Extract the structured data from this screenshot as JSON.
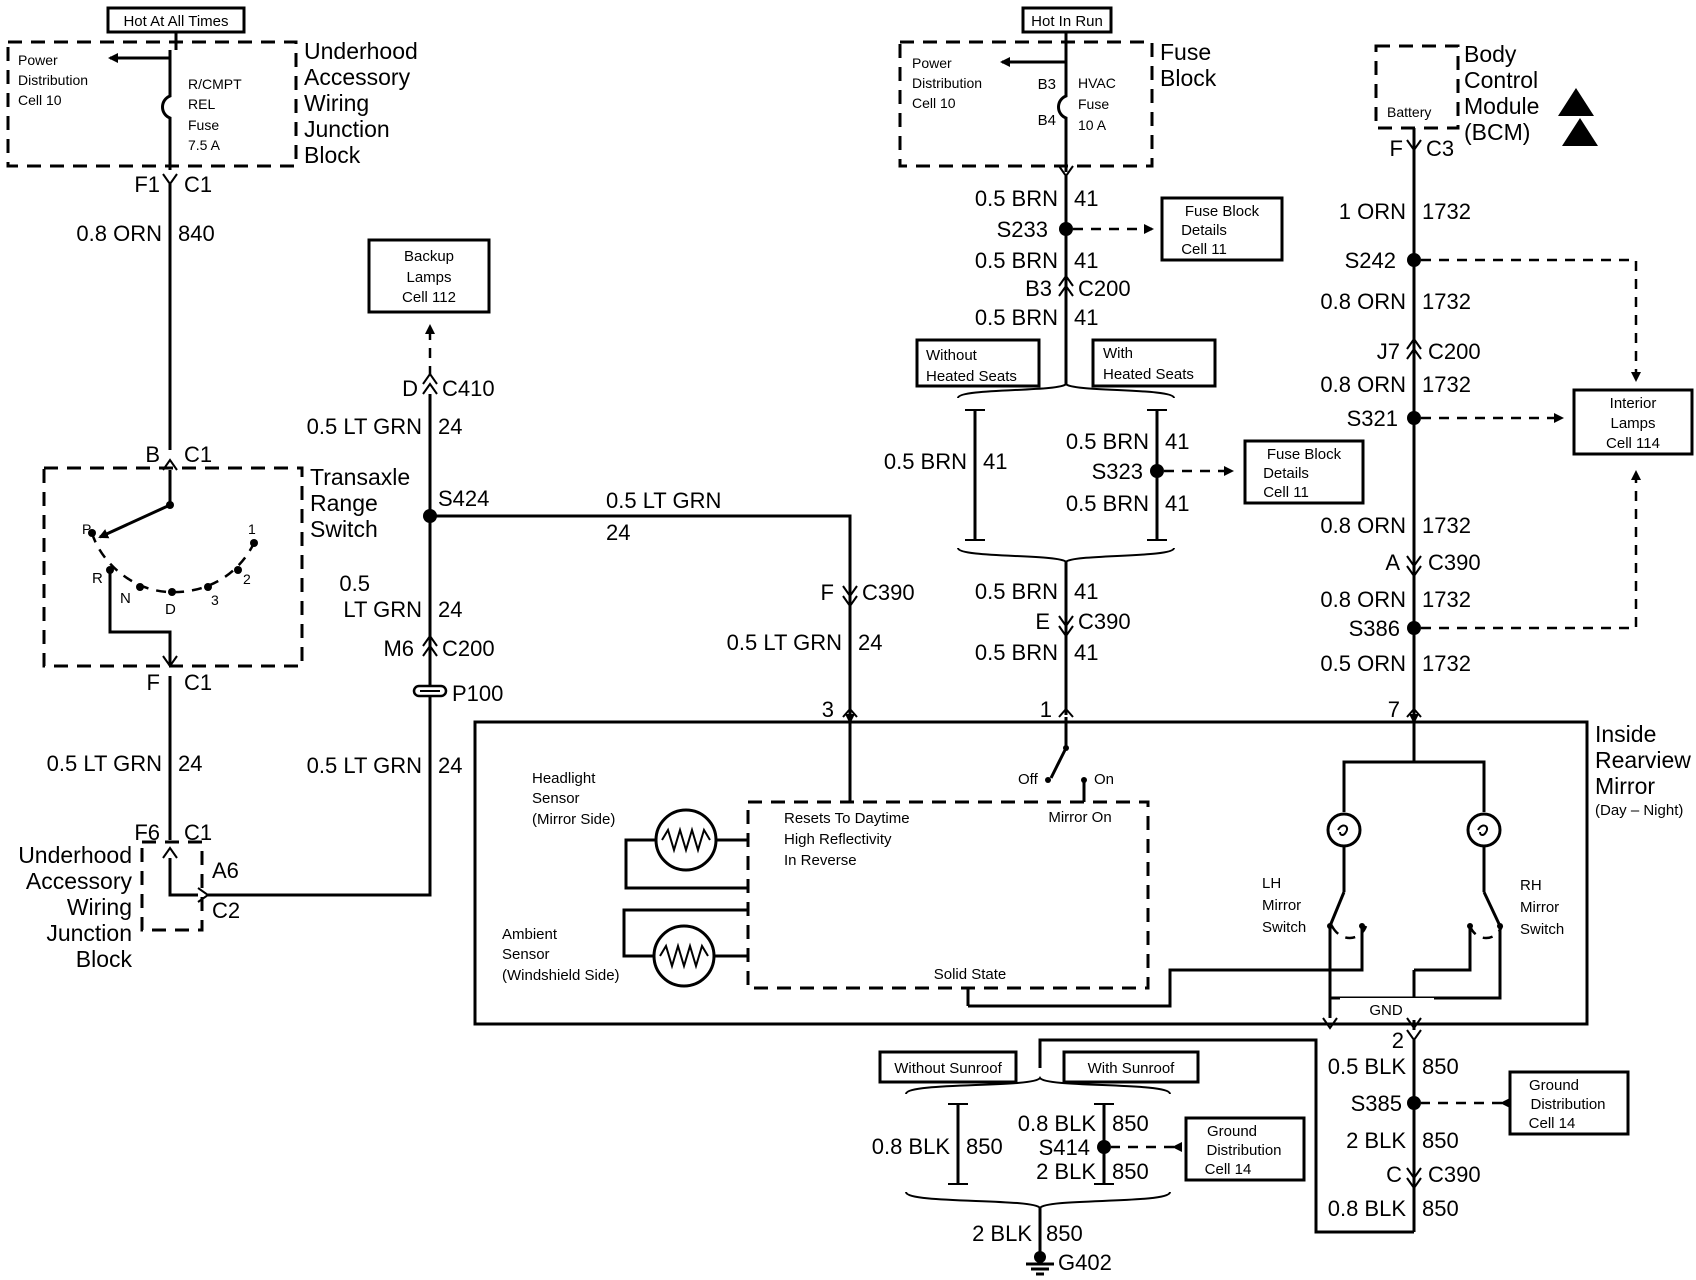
{
  "header_labels": {
    "hot_at_all_times": "Hot At All Times",
    "hot_in_run": "Hot In Run"
  },
  "left_junction_block": {
    "name": [
      "Underhood",
      "Accessory",
      "Wiring",
      "Junction",
      "Block"
    ],
    "cell": [
      "Power",
      "Distribution",
      "Cell 10"
    ],
    "fuse": [
      "R/CMPT",
      "REL",
      "Fuse",
      "7.5 A"
    ],
    "terminal": "F1",
    "connector": "C1"
  },
  "wire_orn_840": {
    "gauge_color": "0.8 ORN",
    "circuit": "840"
  },
  "transaxle_switch": {
    "name": [
      "Transaxle",
      "Range",
      "Switch"
    ],
    "top_terminal": "B",
    "top_connector": "C1",
    "bottom_terminal": "F",
    "bottom_connector": "C1",
    "positions": [
      "P",
      "R",
      "N",
      "D",
      "3",
      "2",
      "1"
    ]
  },
  "wire_ltgrn_24_lower_left": {
    "gauge_color": "0.5 LT GRN",
    "circuit": "24"
  },
  "lower_junction_block": {
    "name": [
      "Underhood",
      "Accessory",
      "Wiring",
      "Junction",
      "Block"
    ],
    "terminal_f6": "F6",
    "connector_c1": "C1",
    "terminal_a6": "A6",
    "connector_c2": "C2"
  },
  "backup_lamps": [
    "Backup",
    "Lamps",
    "Cell 112"
  ],
  "backup_branch": {
    "terminal_d": "D",
    "connector_c410": "C410",
    "wire_top": {
      "gauge_color": "0.5 LT GRN",
      "circuit": "24"
    },
    "splice": "S424",
    "wire_mid_gauge": "0.5",
    "wire_mid_color": "LT GRN",
    "wire_mid_circuit": "24",
    "terminal_m6": "M6",
    "connector_c200": "C200",
    "passthrough": "P100",
    "wire_bottom": {
      "gauge_color": "0.5 LT GRN",
      "circuit": "24"
    }
  },
  "horizontal_wire": {
    "gauge_color": "0.5 LT GRN",
    "circuit": "24"
  },
  "mirror_pin3_branch": {
    "terminal": "F",
    "connector": "C390",
    "wire": {
      "gauge_color": "0.5 LT GRN",
      "circuit": "24"
    },
    "pin": "3"
  },
  "fuse_block": {
    "name": [
      "Fuse",
      "Block"
    ],
    "cell": [
      "Power",
      "Distribution",
      "Cell 10"
    ],
    "terminal_b3": "B3",
    "terminal_b4": "B4",
    "fuse": [
      "HVAC",
      "Fuse",
      "10 A"
    ]
  },
  "brn_41_run": {
    "w1": {
      "gauge_color": "0.5 BRN",
      "circuit": "41"
    },
    "splice_s233": "S233",
    "fuse_details_1": [
      "Fuse Block",
      "Details",
      "Cell 11"
    ],
    "w2": {
      "gauge_color": "0.5 BRN",
      "circuit": "41"
    },
    "terminal_b3": "B3",
    "connector_c200": "C200",
    "w3": {
      "gauge_color": "0.5 BRN",
      "circuit": "41"
    },
    "without_heated": [
      "Without",
      "Heated Seats"
    ],
    "with_heated": [
      "With",
      "Heated Seats"
    ],
    "without_wire": {
      "gauge_color": "0.5 BRN",
      "circuit": "41"
    },
    "with_top": {
      "gauge_color": "0.5 BRN",
      "circuit": "41"
    },
    "splice_s323": "S323",
    "fuse_details_2": [
      "Fuse Block",
      "Details",
      "Cell 11"
    ],
    "with_bottom": {
      "gauge_color": "0.5 BRN",
      "circuit": "41"
    },
    "w4": {
      "gauge_color": "0.5 BRN",
      "circuit": "41"
    },
    "terminal_e": "E",
    "connector_c390": "C390",
    "w5": {
      "gauge_color": "0.5 BRN",
      "circuit": "41"
    },
    "pin": "1"
  },
  "bcm": {
    "name": [
      "Body",
      "Control",
      "Module",
      "(BCM)"
    ],
    "battery": "Battery",
    "terminal": "F",
    "connector": "C3"
  },
  "orn_1732_run": {
    "w1": {
      "gauge_color": "1 ORN",
      "circuit": "1732"
    },
    "splice_s242": "S242",
    "w2": {
      "gauge_color": "0.8 ORN",
      "circuit": "1732"
    },
    "terminal_j7": "J7",
    "connector_c200": "C200",
    "w3": {
      "gauge_color": "0.8 ORN",
      "circuit": "1732"
    },
    "splice_s321": "S321",
    "interior_lamps": [
      "Interior",
      "Lamps",
      "Cell 114"
    ],
    "w4": {
      "gauge_color": "0.8 ORN",
      "circuit": "1732"
    },
    "terminal_a": "A",
    "connector_c390": "C390",
    "w5": {
      "gauge_color": "0.8 ORN",
      "circuit": "1732"
    },
    "splice_s386": "S386",
    "w6": {
      "gauge_color": "0.5 ORN",
      "circuit": "1732"
    },
    "pin": "7"
  },
  "mirror": {
    "name": [
      "Inside",
      "Rearview",
      "Mirror"
    ],
    "sub": "(Day – Night)",
    "headlight_sensor": [
      "Headlight",
      "Sensor",
      "(Mirror Side)"
    ],
    "ambient_sensor": [
      "Ambient",
      "Sensor",
      "(Windshield Side)"
    ],
    "resets": [
      "Resets To Daytime",
      "High Reflectivity",
      "In Reverse"
    ],
    "off": "Off",
    "on": "On",
    "mirror_on": "Mirror On",
    "solid_state": "Solid State",
    "lh_switch": [
      "LH",
      "Mirror",
      "Switch"
    ],
    "rh_switch": [
      "RH",
      "Mirror",
      "Switch"
    ],
    "gnd": "GND"
  },
  "ground_run": {
    "pin": "2",
    "w1": {
      "gauge_color": "0.5 BLK",
      "circuit": "850"
    },
    "splice_s385": "S385",
    "ground_dist_1": [
      "Ground",
      "Distribution",
      "Cell 14"
    ],
    "w2": {
      "gauge_color": "2 BLK",
      "circuit": "850"
    },
    "terminal_c": "C",
    "connector_c390": "C390",
    "w3": {
      "gauge_color": "0.8 BLK",
      "circuit": "850"
    },
    "without_sunroof": "Without Sunroof",
    "with_sunroof": "With Sunroof",
    "without_wire": {
      "gauge_color": "0.8 BLK",
      "circuit": "850"
    },
    "with_top": {
      "gauge_color": "0.8 BLK",
      "circuit": "850"
    },
    "splice_s414": "S414",
    "ground_dist_2": [
      "Ground",
      "Distribution",
      "Cell 14"
    ],
    "with_bottom": {
      "gauge_color": "2 BLK",
      "circuit": "850"
    },
    "final": {
      "gauge_color": "2 BLK",
      "circuit": "850"
    },
    "ground": "G402"
  }
}
